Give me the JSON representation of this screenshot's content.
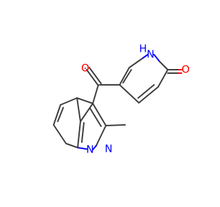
{
  "molecule": {
    "atoms": {
      "carbonyl_oxygen": "O",
      "pyridone_oxygen": "O",
      "pyridone_nitrogen": "N",
      "pyridone_hydrogen": "H",
      "pyrazole_n1": "N",
      "pyrazole_n2": "N"
    },
    "substituent_label": "methyl"
  },
  "colors": {
    "bond": "#3c3c3c",
    "oxygen": "#ff0000",
    "nitrogen": "#0000ff"
  }
}
